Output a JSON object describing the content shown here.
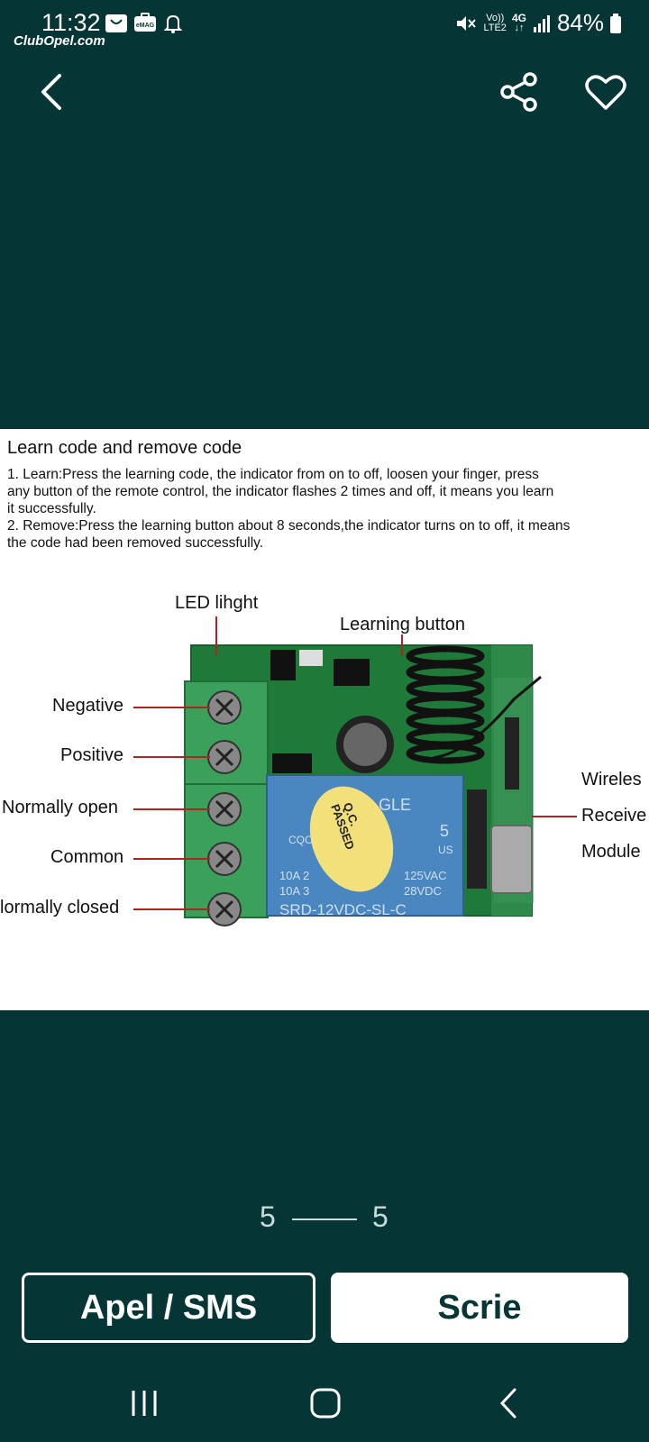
{
  "status_bar": {
    "time": "11:32",
    "watermark": "ClubOpel.com",
    "network_top": "Vo))",
    "network_bottom": "LTE2",
    "signal_gen": "4G",
    "battery": "84%"
  },
  "toolbar": {
    "back_icon": "back-arrow-icon",
    "share_icon": "share-icon",
    "favorite_icon": "heart-icon"
  },
  "image": {
    "heading": "Learn code and remove code",
    "lines": [
      "1. Learn:Press the learning code, the indicator from on to off, loosen your finger, press",
      "any button of the remote control, the indicator flashes 2 times and off, it means you learn",
      "it successfully.",
      "2. Remove:Press the learning button about 8 seconds,the indicator turns on to off, it means",
      "the code had been removed successfully."
    ],
    "labels": {
      "led": "LED lihght",
      "learning": "Learning button",
      "negative": "Negative",
      "positive": "Positive",
      "no": "Normally open",
      "common": "Common",
      "nc": "lormally closed",
      "wireless": "Wireles",
      "receiver": "Receive",
      "module": "Module"
    },
    "relay_text": {
      "brand": "GLE",
      "qc1": "Q.C.",
      "qc2": "PASSED",
      "cqc": "CQC",
      "us": "US",
      "five": "5",
      "r1a": "10A 2",
      "r1b": "125VAC",
      "r2a": "10A 3",
      "r2b": "28VDC",
      "model": "SRD-12VDC-SL-C"
    }
  },
  "pager": {
    "current": "5",
    "total": "5"
  },
  "actions": {
    "call_label": "Apel / SMS",
    "write_label": "Scrie"
  },
  "colors": {
    "background": "#063535",
    "board_green": "#1f7a3a",
    "terminal_green": "#3aa05a",
    "relay_blue": "#4a86c0"
  }
}
